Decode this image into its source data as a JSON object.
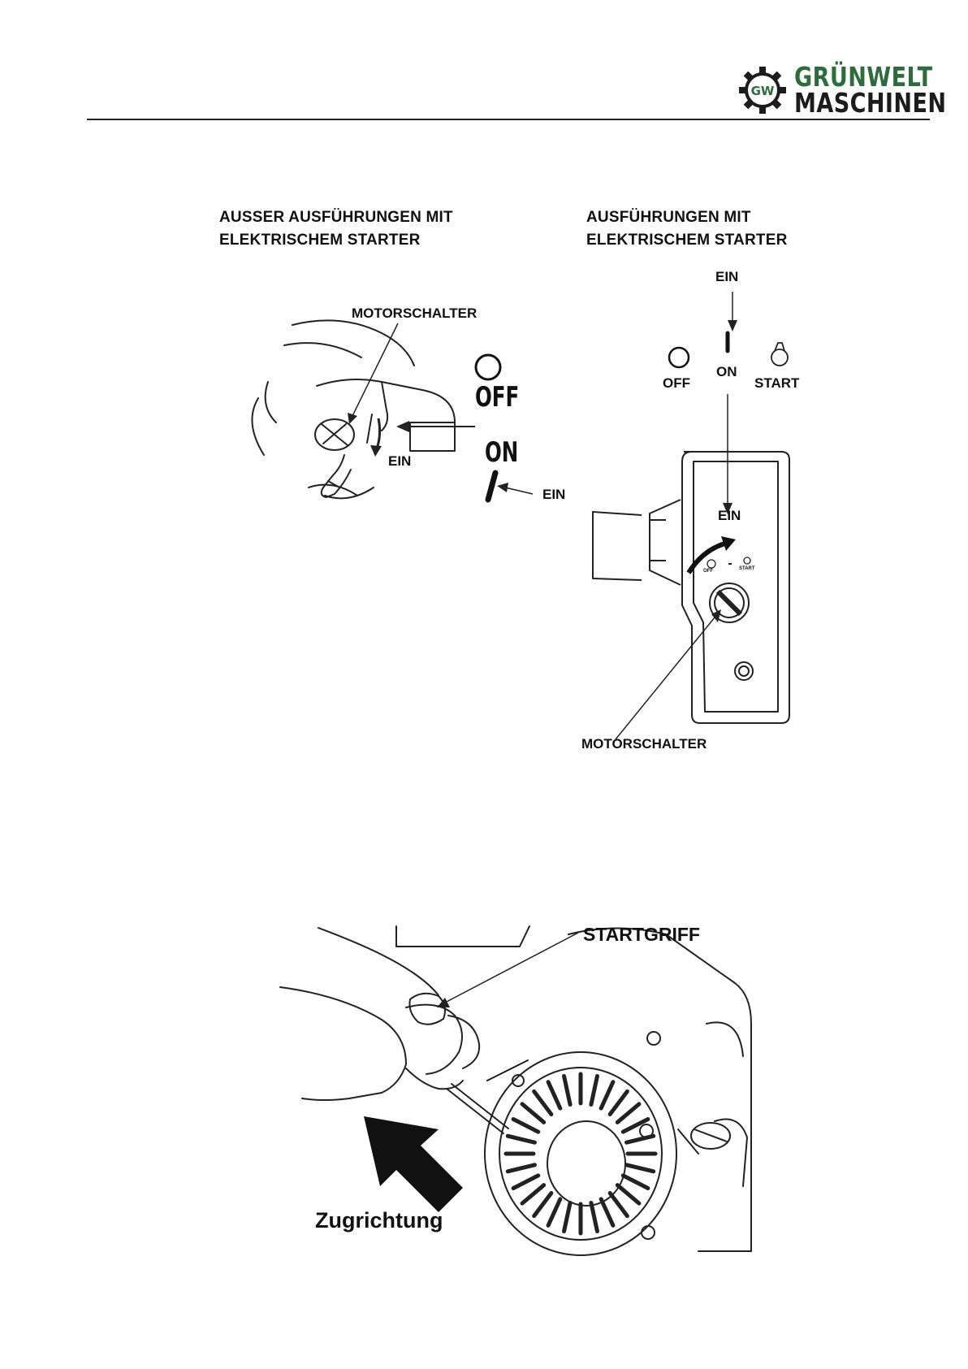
{
  "header": {
    "brand_line1": "GRÜNWELT",
    "brand_line2": "MASCHINEN",
    "logo_monogram": "GW",
    "brand_color": "#2e6b3d"
  },
  "figure_switch": {
    "left_caption": "AUSSER AUSFÜHRUNGEN MIT\nELEKTRISCHEM STARTER",
    "right_caption": "AUSFÜHRUNGEN MIT\nELEKTRISCHEM STARTER",
    "left": {
      "motorschalter": "MOTORSCHALTER",
      "ein_arrow": "EIN",
      "off": "OFF",
      "on": "ON",
      "ein_pointer": "EIN"
    },
    "right": {
      "ein_top": "EIN",
      "off": "OFF",
      "on": "ON",
      "start": "START",
      "ein_panel": "EIN",
      "dial_off": "OFF",
      "dial_start": "START",
      "motorschalter": "MOTORSCHALTER"
    }
  },
  "figure_start": {
    "startgriff": "STARTGRIFF",
    "zugrichtung": "Zugrichtung"
  }
}
